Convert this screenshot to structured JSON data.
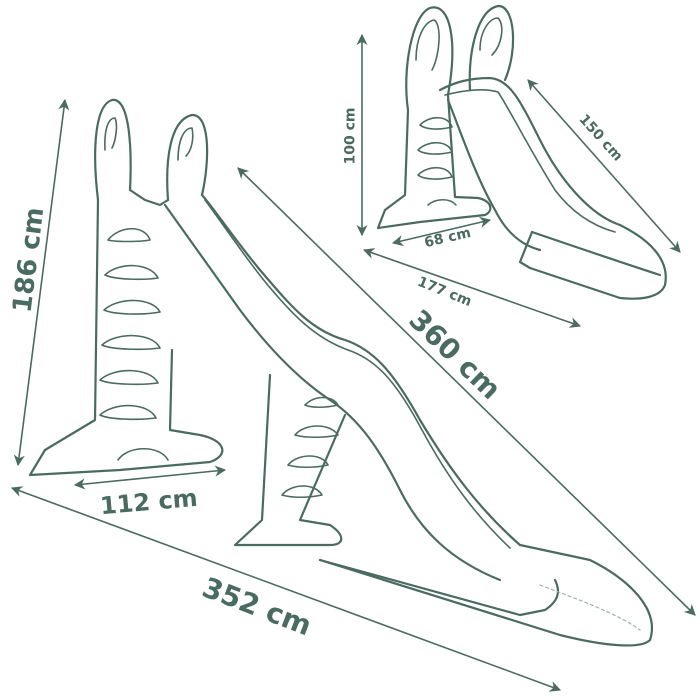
{
  "diagram": {
    "type": "product-dimensions",
    "subject": "two children's slides (large and small)",
    "line_color": "#4a6b62",
    "background": "#ffffff"
  },
  "large_slide": {
    "height": "186 cm",
    "base_depth": "112 cm",
    "total_length": "352 cm",
    "slide_length": "360 cm"
  },
  "small_slide": {
    "height": "100 cm",
    "base_depth": "68 cm",
    "total_length": "177 cm",
    "slide_length": "150 cm"
  }
}
